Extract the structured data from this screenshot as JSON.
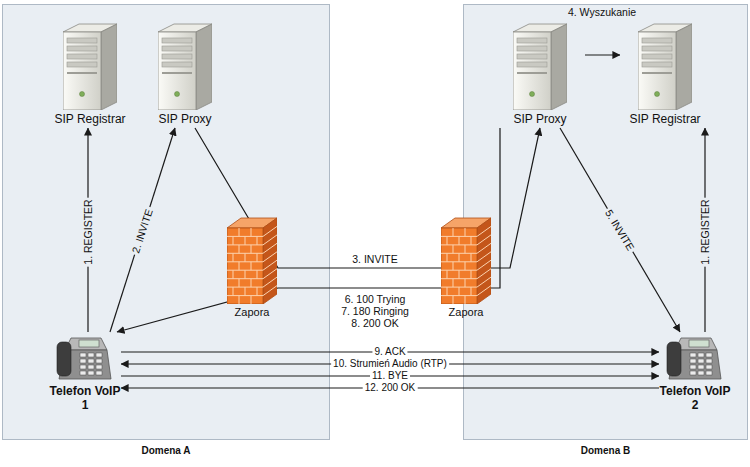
{
  "diagram": {
    "nodes": [
      {
        "text": [
          "Domena A"
        ]
      },
      {
        "text": [
          "SIP Registrar"
        ],
        "in": 0
      },
      {
        "text": [
          "SIP Proxy"
        ],
        "in": 0
      },
      {
        "text": [
          "Zapora"
        ],
        "in": 0
      },
      {
        "text": [
          "Telefon VoIP 1"
        ],
        "in": 0
      },
      {
        "text": [
          "Zapora"
        ]
      },
      {
        "text": [
          "Domena B"
        ]
      },
      {
        "text": [
          "SIP Proxy"
        ],
        "in": 6
      },
      {
        "text": [
          "SIP Registrar"
        ],
        "in": 6
      },
      {
        "text": [
          "Telefon VoIP 2"
        ],
        "in": 6
      }
    ],
    "edges": [
      {
        "from": 4,
        "to": 1,
        "label": "1. REGISTER",
        "arrow": "to"
      },
      {
        "from": 4,
        "to": 2,
        "label": "2. INVITE",
        "arrow": "to"
      },
      {
        "from": 2,
        "to": 7,
        "label": "3. INVITE",
        "arrow": "to"
      },
      {
        "from": 7,
        "to": 8,
        "label": "4. Wyszukanie",
        "arrow": "to"
      },
      {
        "from": 7,
        "to": 9,
        "label": "5. INVITE",
        "arrow": "to"
      },
      {
        "from": 9,
        "to": 8,
        "label": "1. REGISTER",
        "arrow": "to"
      },
      {
        "from": 7,
        "to": 4,
        "arrow": "to"
      },
      {
        "from": 4,
        "to": 9,
        "label": "9. ACK",
        "arrow": "to"
      },
      {
        "from": 4,
        "to": 9,
        "label": "10. Strumień Audio (RTP)",
        "arrow": "both"
      },
      {
        "from": 4,
        "to": 9,
        "label": "11. BYE",
        "arrow": "to"
      },
      {
        "from": 9,
        "to": 4,
        "label": "12. 200 OK",
        "arrow": "to"
      }
    ],
    "labels": [
      "6. 100 Trying",
      "7. 180 Ringing",
      "8. 200 OK"
    ]
  }
}
